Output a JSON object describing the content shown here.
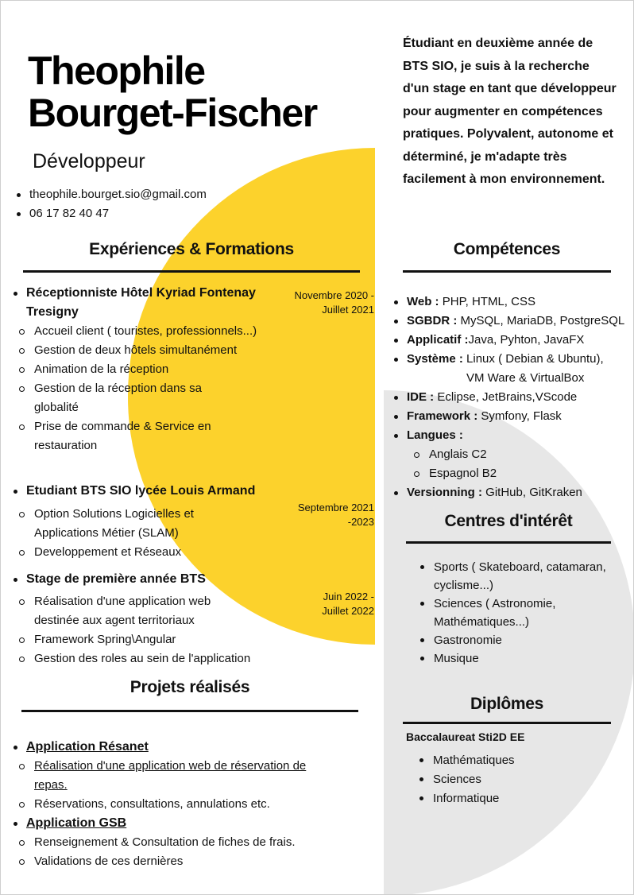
{
  "header": {
    "name_line1": "Theophile",
    "name_line2": "Bourget-Fischer",
    "role": "Développeur",
    "email": "theophile.bourget.sio@gmail.com",
    "phone": "06 17 82 40 47"
  },
  "intro": "Étudiant en deuxième année de BTS SIO, je suis à la recherche d'un stage en tant que développeur pour augmenter en compétences pratiques. Polyvalent, autonome et déterminé, je m'adapte très facilement à mon environnement.",
  "experiences": {
    "title": "Expériences & Formations",
    "items": [
      {
        "title": "Réceptionniste Hôtel Kyriad Fontenay Tresigny",
        "date_line1": "Novembre 2020 -",
        "date_line2": "Juillet 2021",
        "tasks": [
          "Accueil client ( touristes, professionnels...)",
          "Gestion de deux hôtels simultanément",
          "Animation de la réception",
          "Gestion de la réception dans sa globalité",
          "Prise de commande & Service en restauration"
        ]
      },
      {
        "title": "Etudiant BTS SIO lycée Louis Armand",
        "date_line1": "Septembre 2021",
        "date_line2": "-2023",
        "tasks": [
          "Option Solutions Logicielles et Applications Métier (SLAM)",
          "Developpement et Réseaux"
        ]
      },
      {
        "title": "Stage de première année BTS",
        "date_line1": "Juin 2022 -",
        "date_line2": "Juillet 2022",
        "tasks": [
          "Réalisation d'une application web destinée aux agent territoriaux",
          "Framework Spring\\Angular",
          "Gestion des roles au sein de l'application"
        ]
      }
    ]
  },
  "projects": {
    "title": "Projets réalisés",
    "items": [
      {
        "title": "Application Résanet",
        "tasks": [
          "Réalisation d'une application web de réservation de repas.",
          "Réservations, consultations, annulations etc."
        ]
      },
      {
        "title": "Application GSB",
        "tasks": [
          "Renseignement & Consultation de fiches de frais.",
          "Validations de ces dernières"
        ]
      }
    ]
  },
  "skills": {
    "title": "Compétences",
    "items": [
      {
        "label": "Web :",
        "value": " PHP, HTML, CSS"
      },
      {
        "label": "SGBDR :",
        "value": " MySQL, MariaDB, PostgreSQL"
      },
      {
        "label": "Applicatif :",
        "value": "Java, Pyhton, JavaFX"
      },
      {
        "label": "Système :",
        "value": " Linux ( Debian & Ubuntu),",
        "value2": "VM Ware & VirtualBox"
      },
      {
        "label": "IDE :",
        "value": " Eclipse, JetBrains,VScode"
      },
      {
        "label": "Framework :",
        "value": " Symfony, Flask"
      },
      {
        "label": "Langues :",
        "value": ""
      },
      {
        "label": "Versionning :",
        "value": " GitHub, GitKraken"
      }
    ],
    "languages": [
      "Anglais C2",
      "Espagnol B2"
    ]
  },
  "interests": {
    "title": "Centres d'intérêt",
    "items": [
      "Sports ( Skateboard, catamaran, cyclisme...)",
      "Sciences ( Astronomie, Mathématiques...)",
      "Gastronomie",
      "Musique"
    ]
  },
  "diplomas": {
    "title": "Diplômes",
    "degree": "Baccalaureat Sti2D EE",
    "items": [
      "Mathématiques",
      "Sciences",
      "Informatique"
    ]
  }
}
